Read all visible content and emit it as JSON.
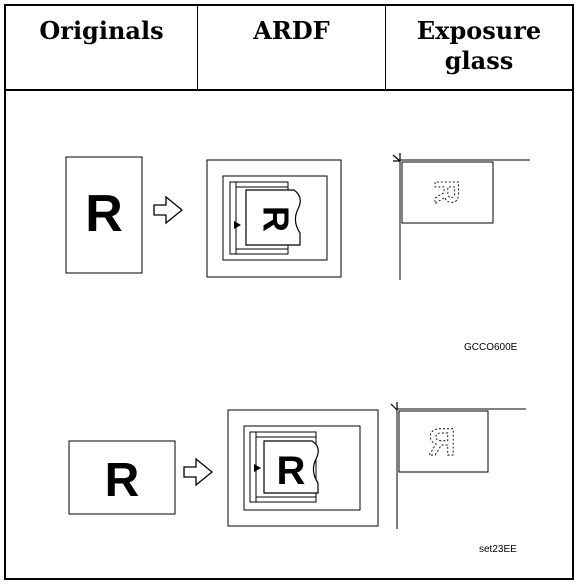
{
  "table": {
    "headers": {
      "originals": "Originals",
      "ardf": "ARDF",
      "exposure_line1": "Exposure",
      "exposure_line2": "glass"
    }
  },
  "figures": [
    {
      "code": "GCCO600E",
      "original_letter": "R",
      "ardf_letter": "R",
      "glass_letter": "R"
    },
    {
      "code": "set23EE",
      "original_letter": "R",
      "ardf_letter": "R",
      "glass_letter": "R"
    }
  ],
  "icons": [
    "arrow-right-icon",
    "feed-direction-icon",
    "corner-mark-icon"
  ]
}
